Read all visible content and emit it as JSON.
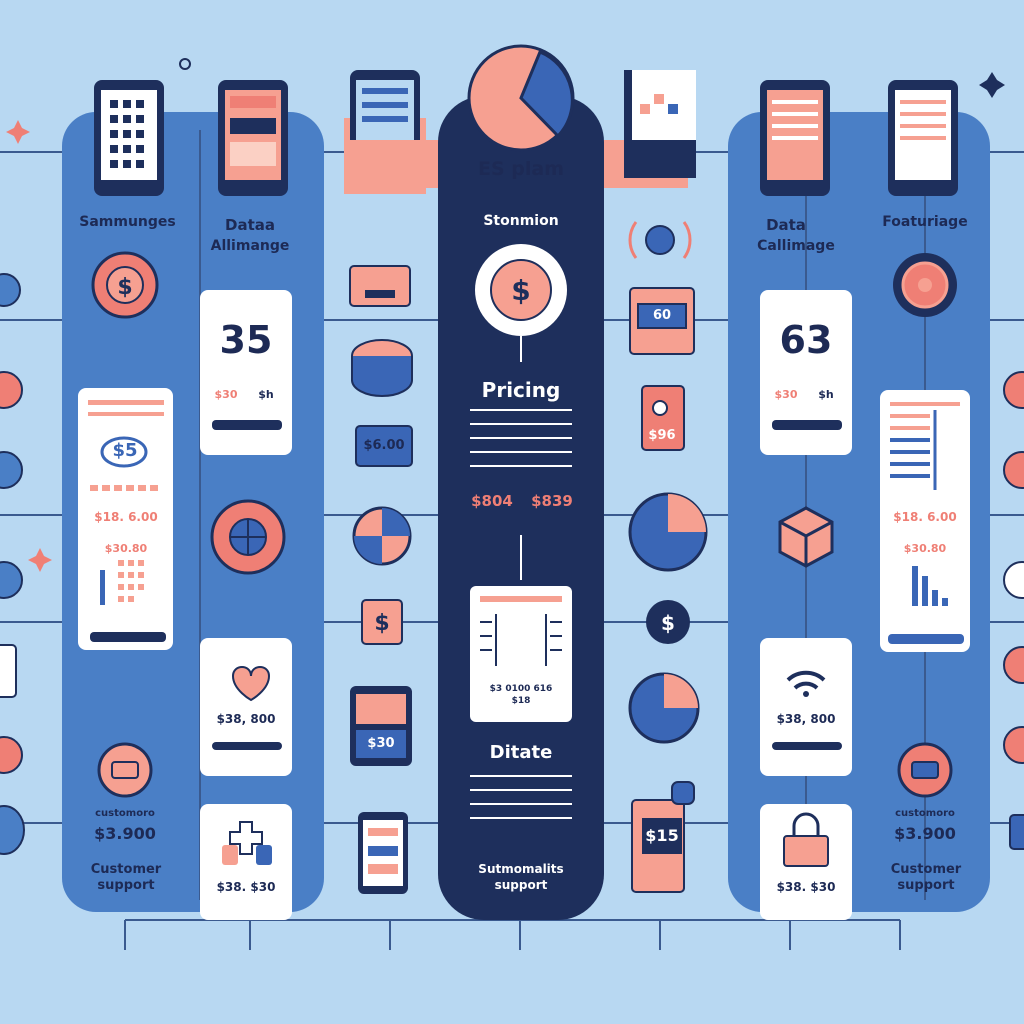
{
  "colors": {
    "background": "#b8d8f2",
    "panel_blue": "#4a7fc6",
    "navy": "#1e2f5c",
    "coral": "#f6a091",
    "coral_dark": "#ef7f75",
    "card": "#ffffff"
  },
  "left_panel": {
    "title": "Sammunges",
    "footer_line1": "customoro",
    "footer_price": "$3.900",
    "footer_label": "Customer support"
  },
  "left_inner": {
    "title_line1": "Dataa",
    "title_line2": "Allimange",
    "big_number": "35",
    "small_price_a": "$30",
    "small_price_b": "$h",
    "card_price": "$38, 800",
    "bottom_price": "$38. $30"
  },
  "left_main_card": {
    "badge": "$5",
    "price": "$18. 6.00",
    "subprice": "$30.80"
  },
  "center_column": {
    "title": "ES plam",
    "subtitle": "Stonmion",
    "section_pricing": "Pricing",
    "price_a": "$804",
    "price_b": "$839",
    "section_ditate": "Ditate",
    "card_line1": "$3 0100 616",
    "card_line2": "$18",
    "footer_line1": "Sutmomalits",
    "footer_line2": "support"
  },
  "mid_left_items": {
    "price_tag": "$6.00",
    "device_price": "$30"
  },
  "mid_right_items": {
    "screen_value": "60",
    "card_value": "$96",
    "book_value": "$15"
  },
  "right_inner": {
    "title_line1": "Data",
    "title_line2": "Callimage",
    "big_number": "63",
    "small_price_a": "$30",
    "small_price_b": "$h",
    "card_price": "$38, 800",
    "bottom_price": "$38. $30"
  },
  "right_main_card": {
    "price": "$18. 6.00",
    "subprice": "$30.80"
  },
  "right_panel": {
    "title": "Foaturiage",
    "footer_line1": "customoro",
    "footer_price": "$3.900",
    "footer_label": "Customer support"
  }
}
